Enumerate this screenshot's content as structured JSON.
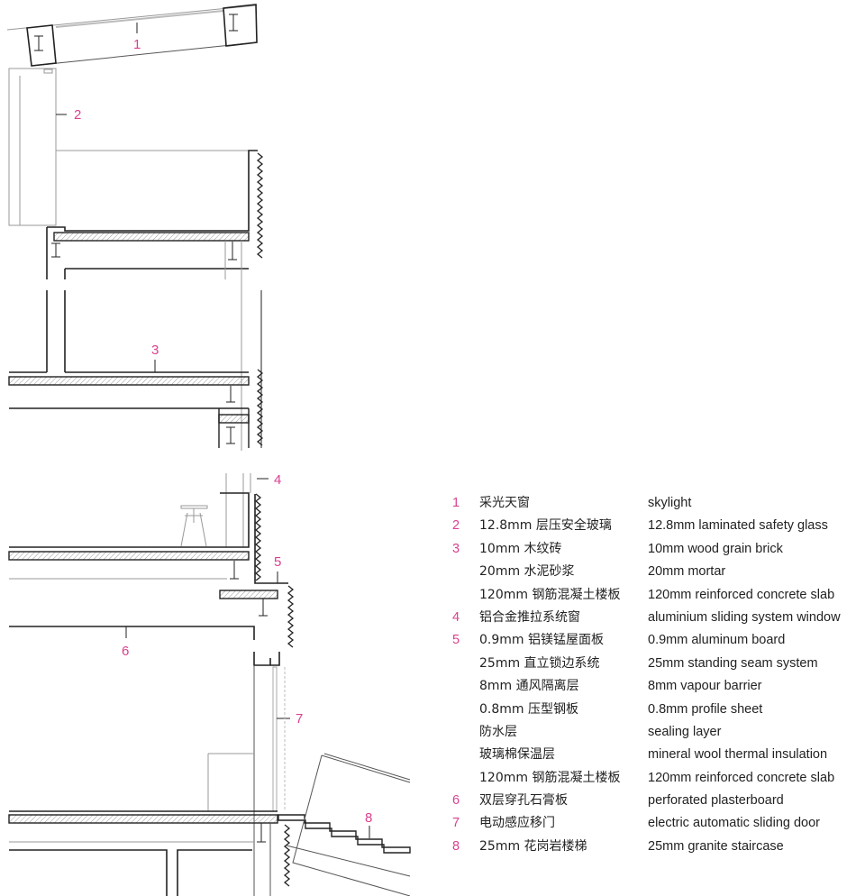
{
  "drawing": {
    "callouts": [
      "1",
      "2",
      "3",
      "4",
      "5",
      "6",
      "7",
      "8"
    ],
    "accent_color": "#d9418f"
  },
  "legend": {
    "items": [
      {
        "num": "1",
        "zh": "采光天窗",
        "en": "skylight"
      },
      {
        "num": "2",
        "zh": "12.8mm 层压安全玻璃",
        "en": "12.8mm laminated safety glass"
      },
      {
        "num": "3",
        "zh": "10mm 木纹砖",
        "en": "10mm wood grain brick"
      },
      {
        "num": "",
        "zh": "20mm 水泥砂浆",
        "en": "20mm mortar"
      },
      {
        "num": "",
        "zh": "120mm 钢筋混凝土楼板",
        "en": "120mm reinforced concrete slab"
      },
      {
        "num": "4",
        "zh": "铝合金推拉系统窗",
        "en": "aluminium sliding system window"
      },
      {
        "num": "5",
        "zh": "0.9mm 铝镁锰屋面板",
        "en": "0.9mm aluminum board"
      },
      {
        "num": "",
        "zh": "25mm 直立锁边系统",
        "en": "25mm standing seam system"
      },
      {
        "num": "",
        "zh": "8mm 通风隔离层",
        "en": "8mm vapour barrier"
      },
      {
        "num": "",
        "zh": "0.8mm 压型钢板",
        "en": "0.8mm profile sheet"
      },
      {
        "num": "",
        "zh": "防水层",
        "en": "sealing layer"
      },
      {
        "num": "",
        "zh": "玻璃棉保温层",
        "en": "mineral wool thermal insulation"
      },
      {
        "num": "",
        "zh": "120mm 钢筋混凝土楼板",
        "en": "120mm reinforced concrete slab"
      },
      {
        "num": "6",
        "zh": "双层穿孔石膏板",
        "en": "perforated plasterboard"
      },
      {
        "num": "7",
        "zh": "电动感应移门",
        "en": "electric automatic sliding door"
      },
      {
        "num": "8",
        "zh": "25mm 花岗岩楼梯",
        "en": "25mm granite staircase"
      }
    ]
  }
}
